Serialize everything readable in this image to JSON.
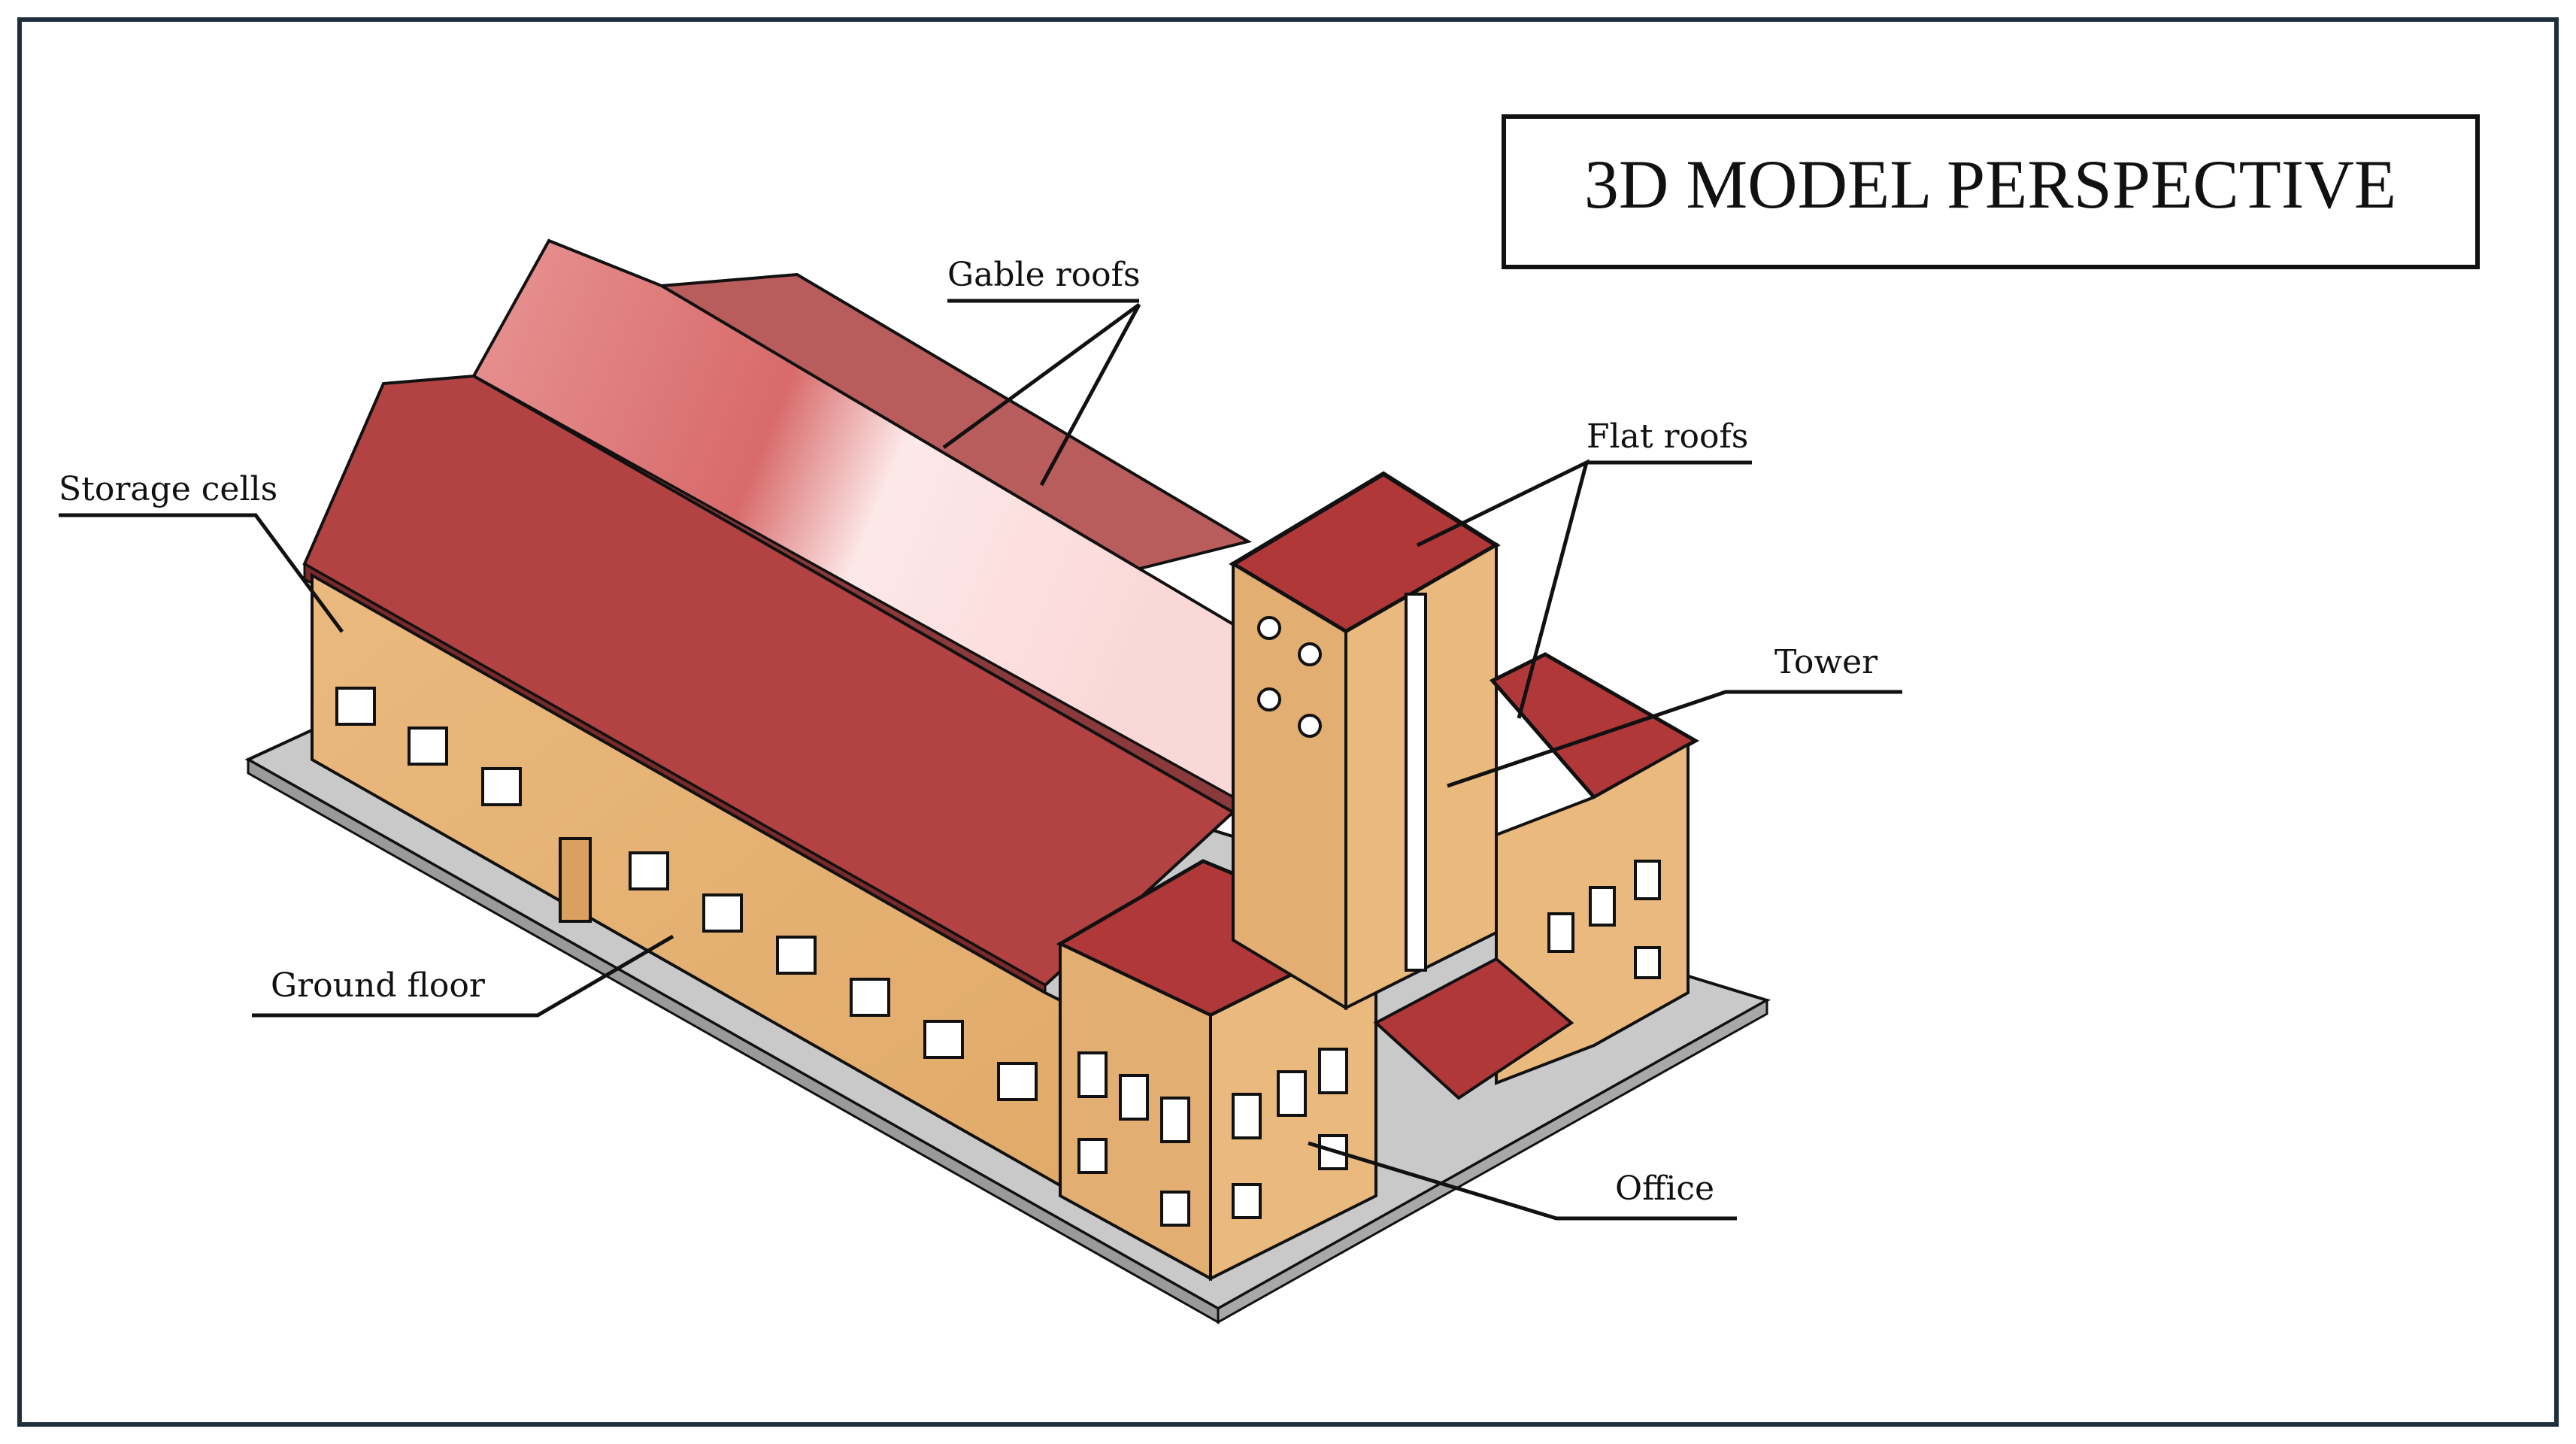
{
  "title": "3D MODEL PERSPECTIVE",
  "labels": {
    "gable_roofs": "Gable roofs",
    "flat_roofs": "Flat roofs",
    "storage_cells": "Storage cells",
    "tower": "Tower",
    "ground_floor": "Ground floor",
    "office": "Office"
  },
  "colors": {
    "frame": "#1f2f3d",
    "roof": "#b04040",
    "roof_light": "#e89090",
    "wall": "#e8b478",
    "wall_shade": "#d49a5c",
    "base": "#c8c8c8"
  }
}
